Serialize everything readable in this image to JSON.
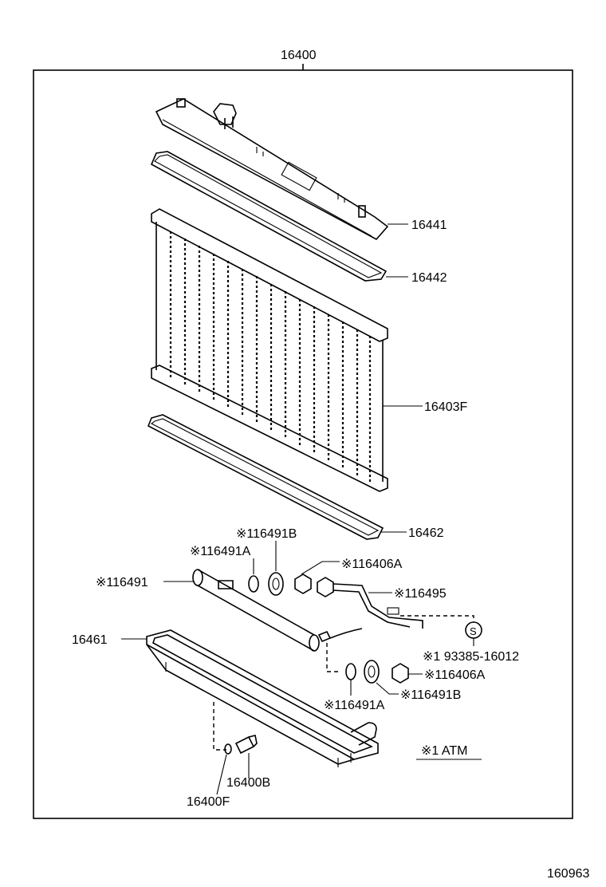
{
  "diagram": {
    "assembly_number": "16400",
    "figure_id": "160963",
    "legend": "※1  ATM",
    "callouts": {
      "upper_tank": "16441",
      "upper_gasket": "16442",
      "core": "16403F",
      "lower_gasket": "16462",
      "lower_tank": "16461",
      "oil_cooler": "※116491",
      "gasket_a_upper": "※116491A",
      "gasket_b_upper": "※116491B",
      "nut_upper": "※116406A",
      "cooler_pipe": "※116495",
      "clamp": "※1 93385-16012",
      "nut_lower": "※116406A",
      "gasket_b_lower": "※116491B",
      "gasket_a_lower": "※116491A",
      "drain_cock": "16400B",
      "drain_gasket": "16400F"
    },
    "clamp_symbol": "S"
  }
}
